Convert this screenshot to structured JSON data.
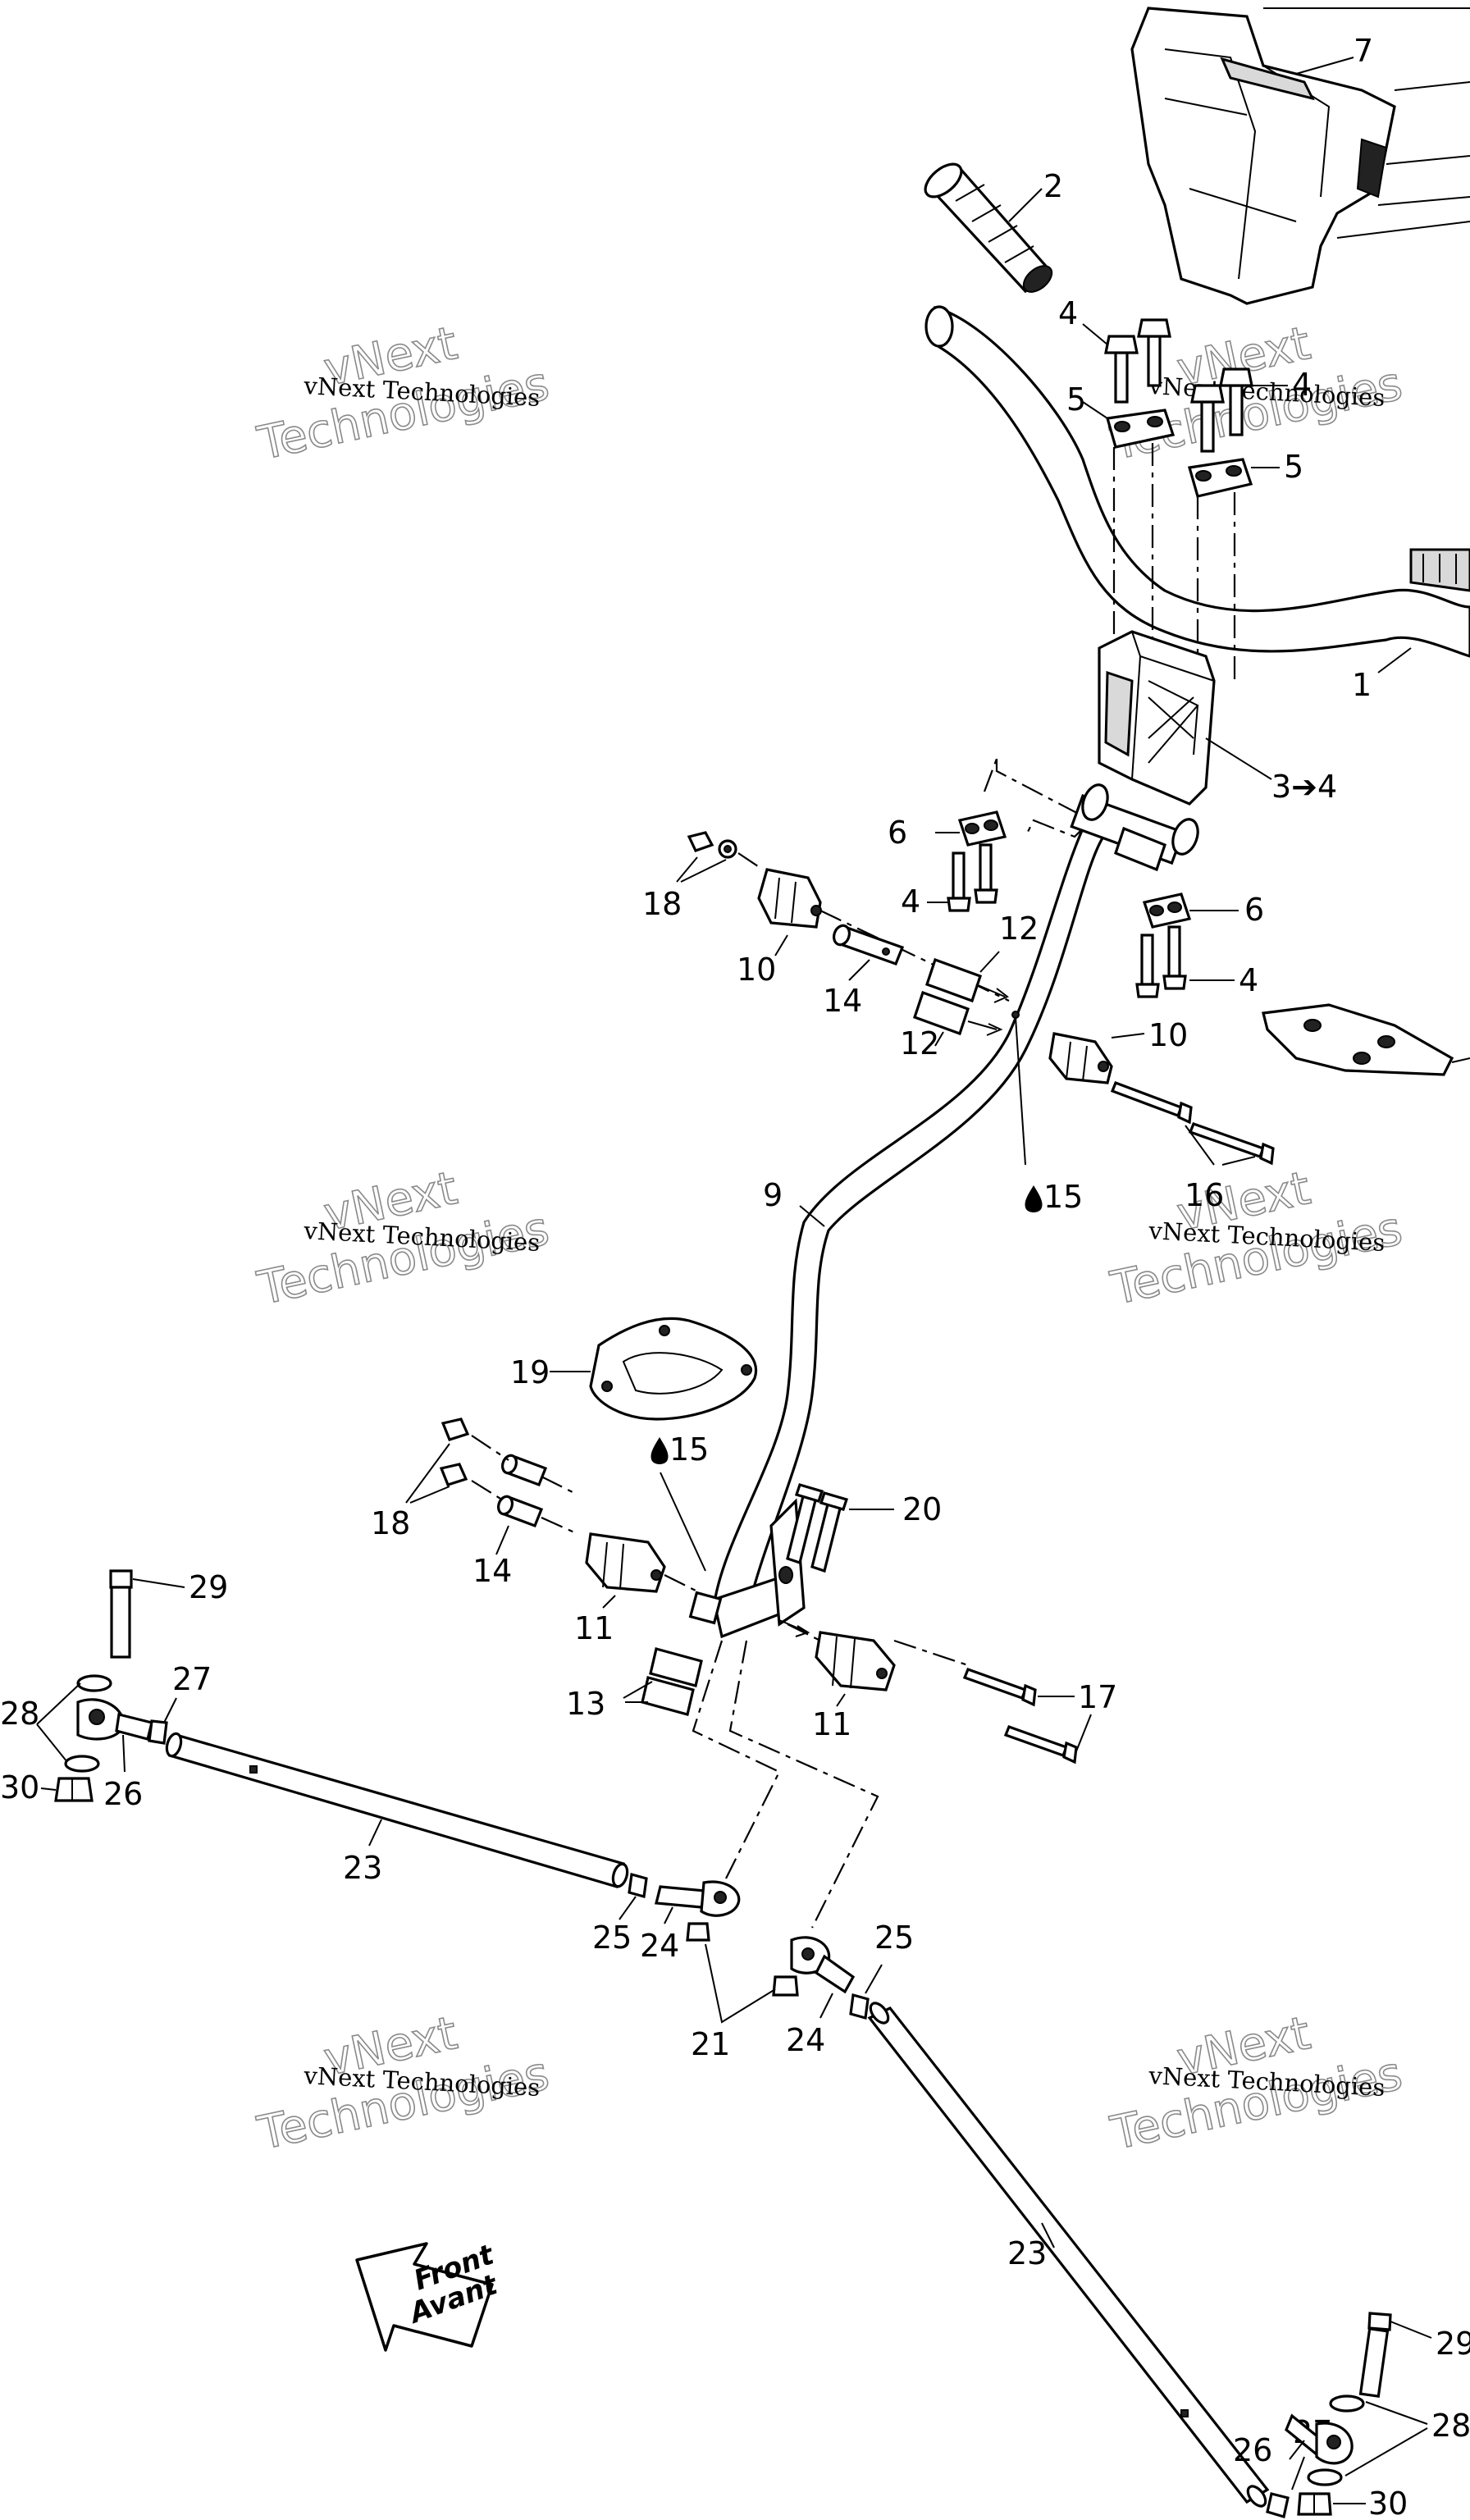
{
  "labels": {
    "p1": "1",
    "p2": "2",
    "p3": "3➔4",
    "p4a": "4",
    "p4b": "4",
    "p4c": "4",
    "p4d": "4",
    "p5a": "5",
    "p5b": "5",
    "p6a": "6",
    "p6b": "6",
    "p7": "7",
    "p9": "9",
    "p10a": "10",
    "p10b": "10",
    "p11a": "11",
    "p11b": "11",
    "p12a": "12",
    "p12b": "12",
    "p13": "13",
    "p14a": "14",
    "p14b": "14",
    "p15a": "15",
    "p15b": "15",
    "p16": "16",
    "p17": "17",
    "p18a": "18",
    "p18b": "18",
    "p19": "19",
    "p20": "20",
    "p21": "21",
    "p23a": "23",
    "p23b": "23",
    "p24a": "24",
    "p24b": "24",
    "p25a": "25",
    "p25b": "25",
    "p26a": "26",
    "p26b": "26",
    "p27a": "27",
    "p27b": "27",
    "p28a": "28",
    "p28b": "28",
    "p29a": "29",
    "p29b": "29",
    "p30a": "30",
    "p30b": "30"
  },
  "watermark": {
    "line1": "vNext Technologies",
    "line2": "vNext",
    "line3": "Technologies"
  },
  "front_arrow": {
    "line1": "Front",
    "line2": "Avant"
  },
  "icons": {
    "lubricant": "oil-drop-icon"
  }
}
